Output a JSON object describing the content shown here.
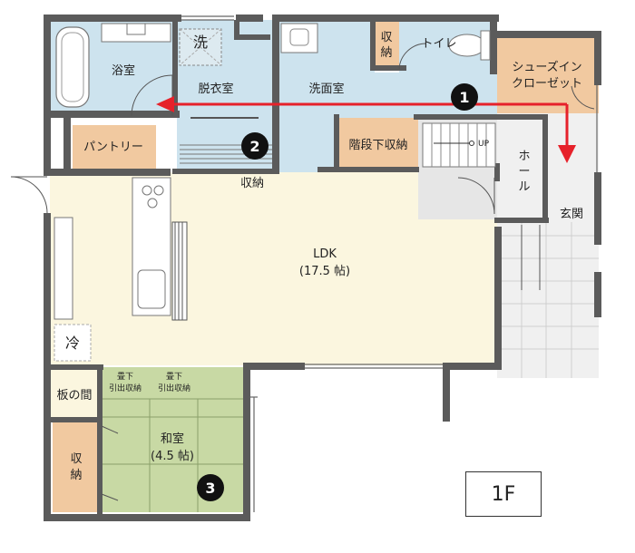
{
  "floor_label": "1F",
  "rooms": {
    "bath": "浴室",
    "laundry": "洗",
    "dressing": "脱衣室",
    "washroom": "洗面室",
    "storage_top": "収納",
    "toilet": "トイレ",
    "shoes_closet_1": "シューズイン",
    "shoes_closet_2": "クローゼット",
    "pantry": "パントリー",
    "understair": "階段下収納",
    "storage_mid": "収納",
    "hall_1": "ホ",
    "hall_2": "ー",
    "hall_3": "ル",
    "entrance": "玄関",
    "ldk": "LDK",
    "ldk_size": "(17.5 帖)",
    "fridge": "冷",
    "board": "板の間",
    "tatami_storage_a1": "畳下",
    "tatami_storage_a2": "引出収納",
    "tatami_storage_b1": "畳下",
    "tatami_storage_b2": "引出収納",
    "washitsu": "和室",
    "washitsu_size": "(4.5 帖)",
    "storage_left_1": "収",
    "storage_left_2": "納",
    "storage_top_1": "収",
    "storage_top_2": "納"
  },
  "stair_label": "UP",
  "markers": [
    "1",
    "2",
    "3"
  ],
  "colors": {
    "wet_area": "#cde3ee",
    "storage": "#f1c9a0",
    "ldk": "#fbf6df",
    "tatami": "#c8d9a4",
    "entrance": "#e6e6e6",
    "route": "#e6212a",
    "wall": "#5b5b5b"
  }
}
